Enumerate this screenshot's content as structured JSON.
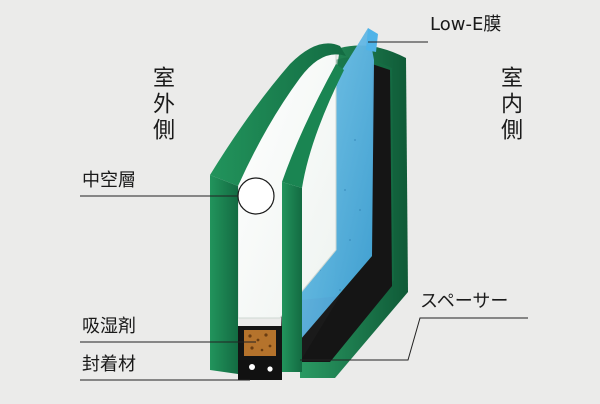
{
  "labels": {
    "low_e": "Low-E膜",
    "outdoor": "室外側",
    "indoor": "室内側",
    "air_layer": "中空層",
    "desiccant": "吸湿剤",
    "spacer": "スペーサー",
    "sealant": "封着材"
  },
  "colors": {
    "background": "#ebebea",
    "glass_edge": "#1f8a55",
    "glass_edge_dark": "#0f5a37",
    "low_e_blue": "#5bb6e6",
    "spacer_black": "#1a1a1a",
    "desiccant": "#b5732c"
  }
}
